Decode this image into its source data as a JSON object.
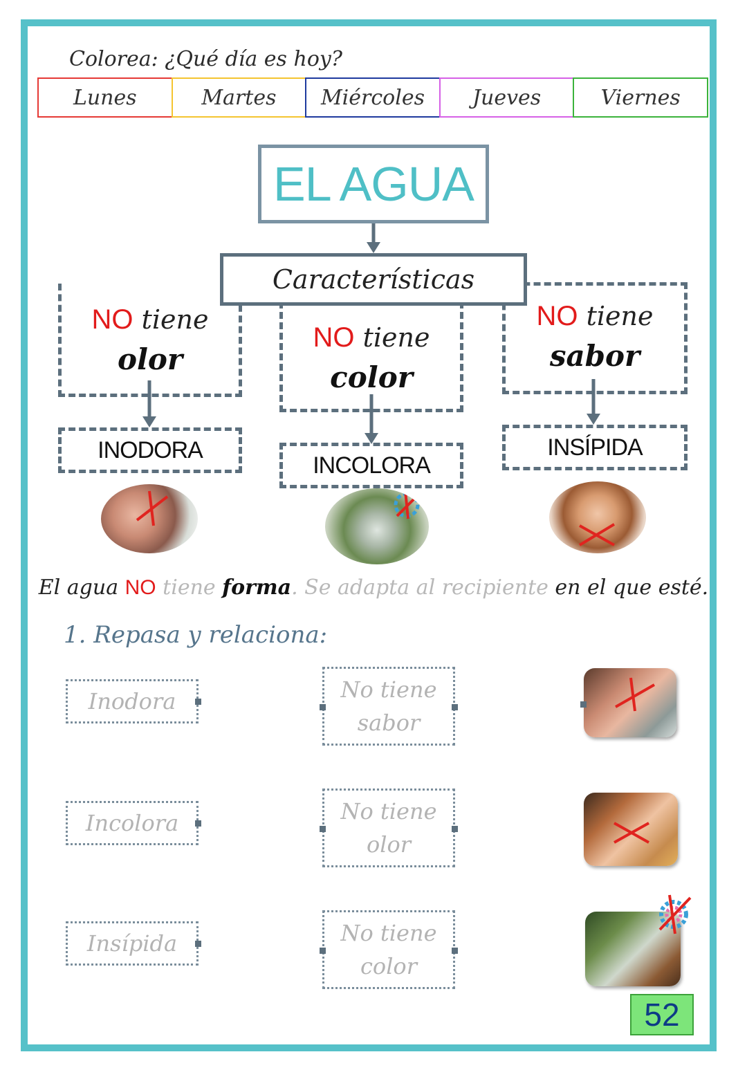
{
  "header": {
    "title": "Colorea: ¿Qué día es hoy?",
    "days": [
      {
        "label": "Lunes",
        "color": "#e53935"
      },
      {
        "label": "Martes",
        "color": "#f4c430"
      },
      {
        "label": "Miércoles",
        "color": "#1e3a9e"
      },
      {
        "label": "Jueves",
        "color": "#d660e6"
      },
      {
        "label": "Viernes",
        "color": "#3bb33b"
      }
    ]
  },
  "diagram": {
    "title": "EL AGUA",
    "subtitle": "Características",
    "properties": [
      {
        "no": "NO",
        "tiene": "tiene",
        "word": "olor",
        "result": "INODORA",
        "image": "girl-drinking-water"
      },
      {
        "no": "NO",
        "tiene": "tiene",
        "word": "color",
        "result": "INCOLORA",
        "image": "glass-of-water-color-wheel"
      },
      {
        "no": "NO",
        "tiene": "tiene",
        "word": "sabor",
        "result": "INSÍPIDA",
        "image": "girl-eating-ice-cream"
      }
    ]
  },
  "sentence": {
    "p1": "El agua ",
    "no": "NO",
    "p2": " tiene ",
    "p3": "forma",
    "p4": ". Se adapta al recipiente",
    "p5": " en el que esté."
  },
  "exercise": {
    "title": "1. Repasa y relaciona:",
    "left": [
      "Inodora",
      "Incolora",
      "Insípida"
    ],
    "middle": [
      {
        "line1": "No tiene",
        "line2": "sabor"
      },
      {
        "line1": "No tiene",
        "line2": "olor"
      },
      {
        "line1": "No tiene",
        "line2": "color"
      }
    ],
    "right_images": [
      "girl-drinking-water",
      "girl-eating-ice-cream",
      "glass-of-water-color-wheel"
    ]
  },
  "page_number": "52",
  "colors": {
    "frame": "#56c1c9",
    "accent_red": "#e21b1b",
    "title_teal": "#4fbfc6",
    "box_border": "#5c6f7d",
    "page_badge": "#7de57a"
  }
}
